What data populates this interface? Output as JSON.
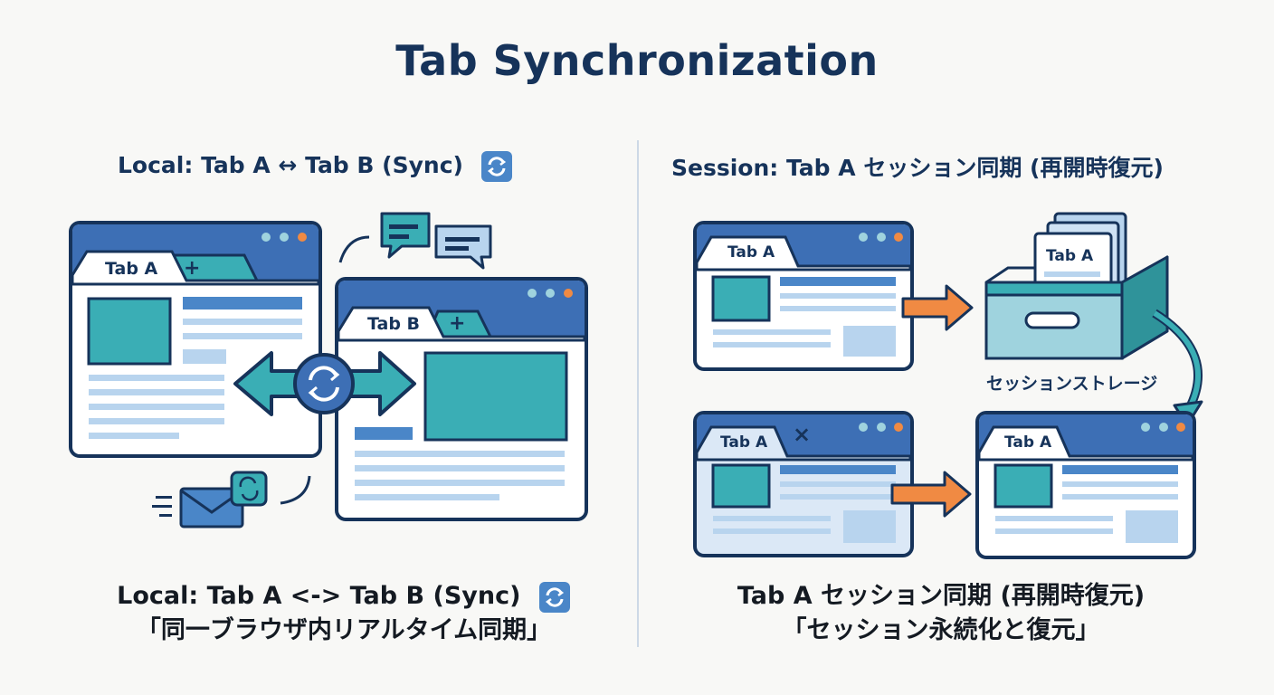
{
  "title": "Tab Synchronization",
  "left": {
    "heading_prefix": "Local: Tab A",
    "heading_arrow": "↔",
    "heading_suffix": "Tab B (Sync)",
    "tab_a": "Tab A",
    "tab_b": "Tab B",
    "new_tab": "+",
    "caption_line1": "Local: Tab A <-> Tab B (Sync)",
    "caption_line2": "「同一ブラウザ内リアルタイム同期」"
  },
  "right": {
    "heading": "Session: Tab A セッション同期 (再開時復元)",
    "tab_label": "Tab A",
    "storage_label": "セッションストレージ",
    "storage_card": "Tab A",
    "close_mark": "×",
    "caption_line1": "Tab A セッション同期 (再開時復元)",
    "caption_line2": "「セッション永続化と復元」"
  },
  "colors": {
    "navy": "#16335a",
    "chrome_blue": "#3d6fb5",
    "teal": "#3aaeb5",
    "light_blue": "#b8d4ee",
    "orange": "#f08a43",
    "sync_badge": "#4a86c8"
  },
  "icons": [
    "sync-icon",
    "chat-bubbles-icon",
    "envelope-icon",
    "storage-box-icon",
    "arrow-right-icon",
    "close-icon",
    "curved-arrow-icon"
  ]
}
